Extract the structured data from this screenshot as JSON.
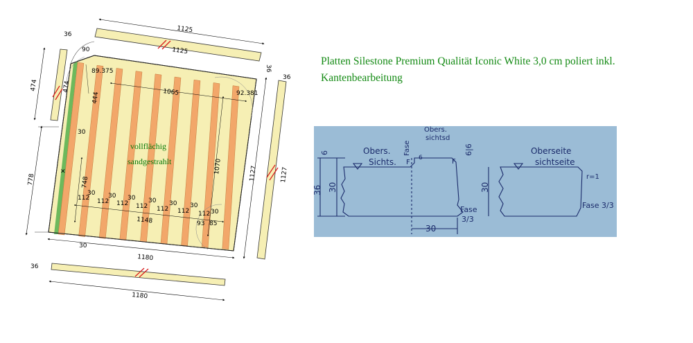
{
  "heading": "Platten Silestone Premium Qualität Iconic White 3,0 cm poliert inkl. Kantenbearbeitung",
  "plan": {
    "surface_note_1": "vollflächig",
    "surface_note_2": "sandgestrahlt",
    "dims": {
      "top_strip_length": "1125",
      "top_strip_inner": "1125",
      "top_strip_thickness": "36",
      "left_strip_length": "474",
      "left_strip_inner": "474",
      "left_strip_thickness": "36",
      "corner_90": "90",
      "angle_top_left": "89.375",
      "angle_top_right": "92.381",
      "dim_444": "444",
      "inner_width": "1065",
      "inner_height": "1070",
      "right_strip_length": "1127",
      "right_strip_inner": "1127",
      "right_strip_thickness": "36",
      "left_edge": "778",
      "inner_left": "748",
      "bottom_inner": "1148",
      "bottom_length": "1180",
      "bottom_strip_length": "1180",
      "bottom_strip_thickness": "36",
      "gap_30_bottom": "30",
      "gap_30_top": "30",
      "spacing_112": "112",
      "spacing_30": "30",
      "dim_93": "93",
      "dim_85": "85"
    }
  },
  "sketch": {
    "label_obers_sichts": "Obers. Sichts.",
    "label_obers_sichtsd": "Obers. sichtsd",
    "label_fase_left": "Fase",
    "label_fase_top": "6",
    "label_f_left": "F",
    "label_f_right": "F",
    "label_616": "6|6",
    "label_6": "6",
    "label_36": "36",
    "label_30_left": "30",
    "label_fase_33": "Fase 3/3",
    "label_30_bottom": "30",
    "label_oberseite": "Oberseite",
    "label_sichtseite": "sichtseite",
    "label_r1": "r=1",
    "label_30_right": "30",
    "label_fase_33_right": "Fase 3/3"
  },
  "colors": {
    "plate": "#f6efb4",
    "batten": "#f2a76a",
    "sketch_bg": "#9bbcd6",
    "heading": "#138a13",
    "marker": "#d81e1e"
  }
}
